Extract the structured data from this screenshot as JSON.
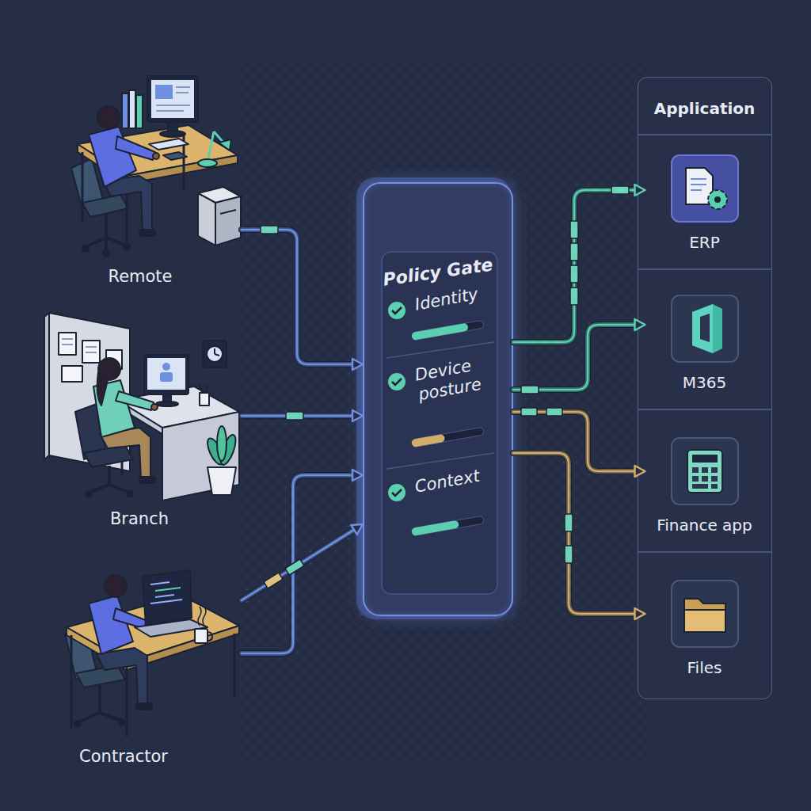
{
  "diagram": {
    "nodes": [
      {
        "text": [
          "Remote"
        ]
      },
      {
        "text": [
          "Branch"
        ]
      },
      {
        "text": [
          "Contractor"
        ]
      },
      {
        "text": [
          "Policy Gate"
        ]
      },
      {
        "text": [
          "Identity"
        ],
        "in": 3
      },
      {
        "text": [
          "Device posture"
        ],
        "in": 3
      },
      {
        "text": [
          "Context"
        ],
        "in": 3
      },
      {
        "text": [
          "Application"
        ]
      },
      {
        "text": [
          "ERP"
        ],
        "in": 7
      },
      {
        "text": [
          "M365"
        ],
        "in": 7
      },
      {
        "text": [
          "Finance app"
        ],
        "in": 7
      },
      {
        "text": [
          "Files"
        ],
        "in": 7
      }
    ],
    "edges": [
      {
        "from": 0,
        "to": 3,
        "arrow": "to"
      },
      {
        "from": 1,
        "to": 3,
        "arrow": "to"
      },
      {
        "from": 2,
        "to": 3,
        "arrow": "to"
      },
      {
        "from": 2,
        "to": 3,
        "arrow": "to"
      },
      {
        "from": 3,
        "to": 8,
        "arrow": "to"
      },
      {
        "from": 3,
        "to": 9,
        "arrow": "to"
      },
      {
        "from": 3,
        "to": 10,
        "arrow": "to"
      },
      {
        "from": 3,
        "to": 11,
        "arrow": "to"
      }
    ]
  }
}
